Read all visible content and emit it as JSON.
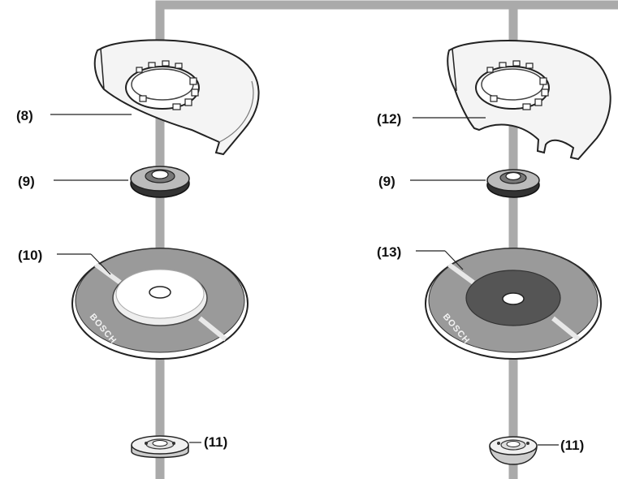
{
  "colors": {
    "axis": "#aaaaaa",
    "part_outline": "#222222",
    "disc_grey": "#9a9a9a",
    "disc_dark": "#555555",
    "guard_fill": "#f4f4f4"
  },
  "left_assembly": {
    "guard_label": "(8)",
    "flange_label": "(9)",
    "disc_label": "(10)",
    "nut_label": "(11)",
    "disc_brand": "BOSCH"
  },
  "right_assembly": {
    "guard_label": "(12)",
    "flange_label": "(9)",
    "disc_label": "(13)",
    "nut_label": "(11)",
    "disc_brand": "BOSCH"
  }
}
